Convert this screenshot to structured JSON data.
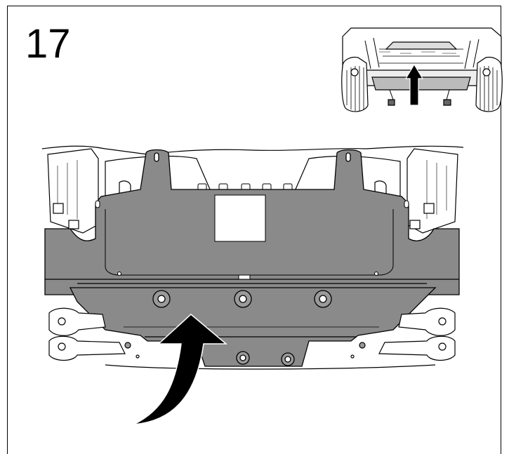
{
  "step": {
    "number": "17"
  },
  "colors": {
    "plate": "#8a8a8a",
    "plate_dark": "#6e6e6e",
    "line": "#000000",
    "background": "#ffffff",
    "arrow": "#000000"
  },
  "icons": {
    "main_view": "skid-plate-removal-illustration",
    "inset_view": "vehicle-underbody-locator-thumbnail",
    "direction": "curved-arrow-icon",
    "inset_direction": "up-arrow-icon"
  }
}
